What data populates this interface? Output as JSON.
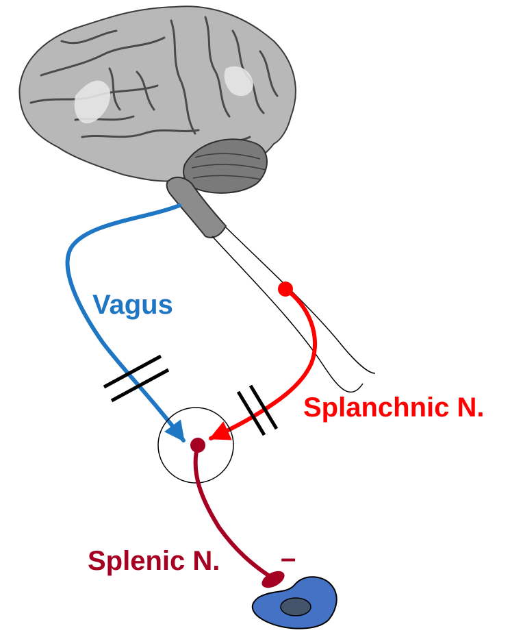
{
  "labels": {
    "vagus": "Vagus",
    "splanchnic": "Splanchnic N.",
    "splenic": "Splenic N.",
    "inhibit_sign": "–"
  },
  "colors": {
    "vagus": "#1f77c4",
    "splanchnic": "#ff0000",
    "splenic": "#a50021",
    "cell_fill": "#4472c4",
    "nucleus_fill": "#44546a",
    "outline": "#000000",
    "brain_light": "#d9d9d9",
    "brain_mid": "#9a9a9a",
    "brain_dark": "#555555"
  },
  "icons": {
    "brain": "brain-illustration",
    "spinal_cord": "spinal-cord",
    "ganglion": "ganglion-circle",
    "target_cell": "immune-cell"
  }
}
